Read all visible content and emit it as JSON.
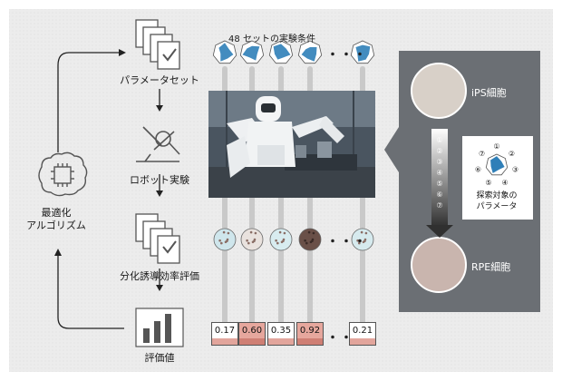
{
  "flow": {
    "step1_label": "パラメータセット",
    "step2_label": "ロボット実験",
    "step3_label": "分化誘導効率評価",
    "step4_label": "評価値",
    "algorithm_line1": "最適化",
    "algorithm_line2": "アルゴリズム"
  },
  "conditions_header": "48 セットの実験条件",
  "ellipsis": "・・・",
  "values": [
    "0.17",
    "0.60",
    "0.35",
    "0.92",
    "0.21"
  ],
  "highlighted": [
    false,
    true,
    false,
    true,
    false
  ],
  "panel": {
    "top_cell_label": "iPS細胞",
    "bottom_cell_label": "RPE細胞",
    "param_numbers": [
      "①",
      "②",
      "③",
      "④",
      "⑤",
      "⑥",
      "⑦"
    ],
    "radar_numbers": [
      "①",
      "②",
      "③",
      "④",
      "⑤",
      "⑥",
      "⑦"
    ],
    "radar_label_line1": "探索対象の",
    "radar_label_line2": "パラメータ"
  },
  "colors": {
    "background": "#ececec",
    "panel": "#6b6f74",
    "radar_fill": "#2f7fb8",
    "highlight": "#e6a79d"
  },
  "icons": [
    "document-stack-icon",
    "microscope-icon",
    "checklist-stack-icon",
    "bar-chart-icon",
    "brain-chip-icon"
  ]
}
